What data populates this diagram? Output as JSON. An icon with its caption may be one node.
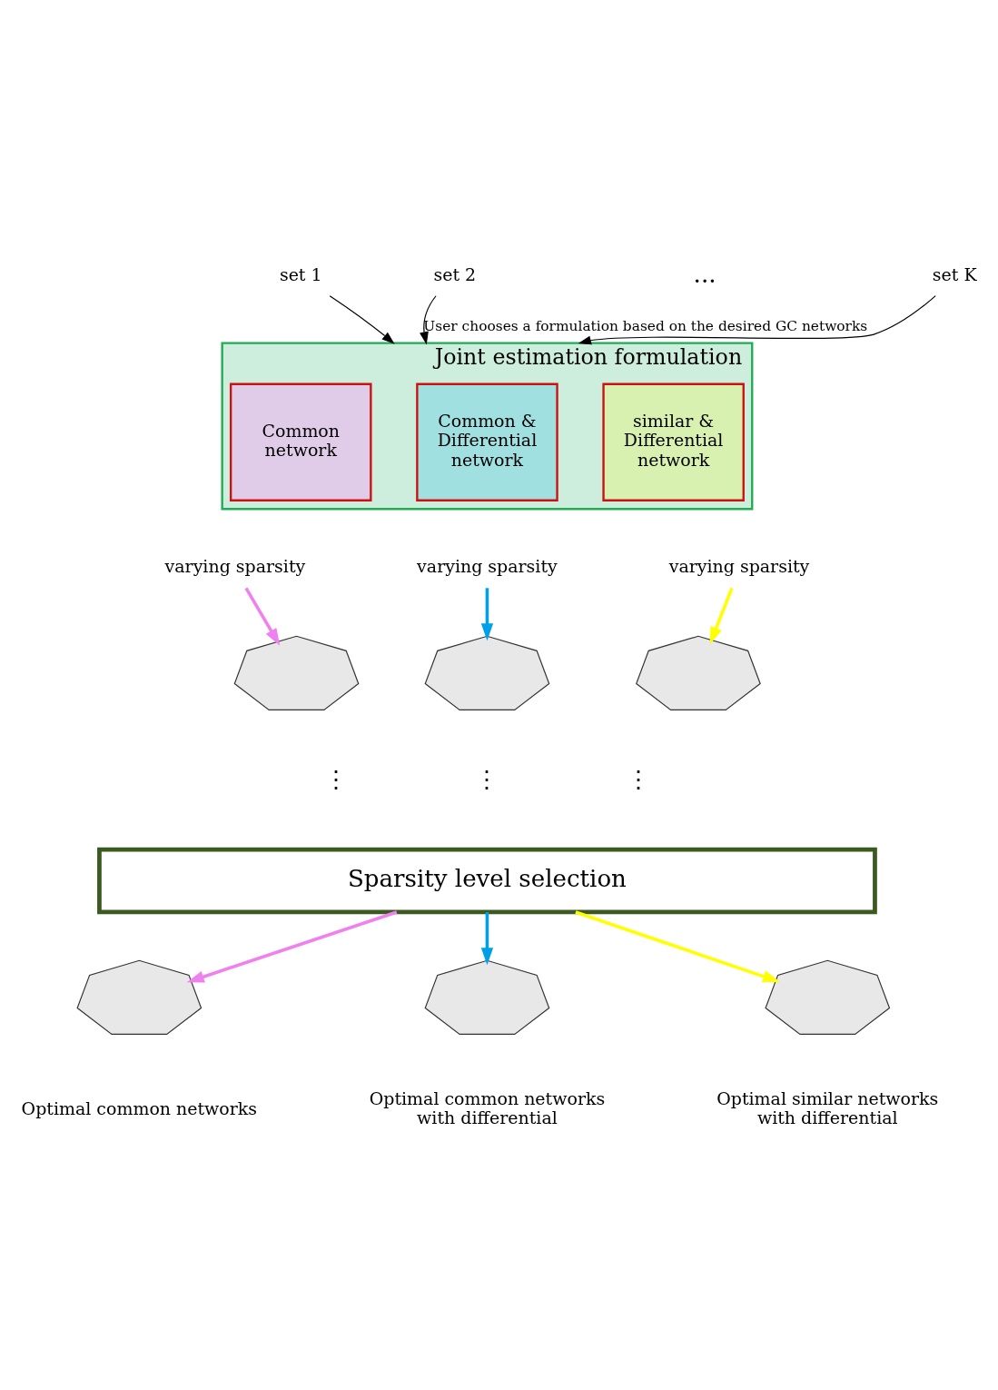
{
  "diagram": {
    "nodes": [
      {
        "text": [
          "set 1"
        ]
      },
      {
        "text": [
          "set 2"
        ]
      },
      {
        "text": [
          "set K"
        ]
      },
      {
        "text": [
          "Joint estimation formulation"
        ]
      },
      {
        "text": [
          "Common network"
        ],
        "in": 3
      },
      {
        "text": [
          "Common & Differential network"
        ],
        "in": 3
      },
      {
        "text": [
          "similar & Differential network"
        ],
        "in": 3
      },
      {
        "text": [
          "varying sparsity"
        ]
      },
      {
        "text": [
          "varying sparsity"
        ]
      },
      {
        "text": [
          "varying sparsity"
        ]
      },
      {
        "text": [],
        "shape": "network"
      },
      {
        "text": [],
        "shape": "network"
      },
      {
        "text": [],
        "shape": "network"
      },
      {
        "text": [
          "Sparsity level selection"
        ]
      },
      {
        "text": [],
        "shape": "network"
      },
      {
        "text": [],
        "shape": "network"
      },
      {
        "text": [],
        "shape": "network"
      },
      {
        "text": [
          "Optimal common networks"
        ]
      },
      {
        "text": [
          "Optimal common networks with differential"
        ]
      },
      {
        "text": [
          "Optimal similar networks with differential"
        ]
      }
    ],
    "edges": [
      {
        "from": 0,
        "to": 3,
        "arrow": "to"
      },
      {
        "from": 1,
        "to": 3,
        "arrow": "to",
        "label": "User chooses a formulation based on the desired GC networks"
      },
      {
        "from": 2,
        "to": 3,
        "arrow": "to"
      },
      {
        "from": 7,
        "to": 10,
        "arrow": "to",
        "color": "#f080f0"
      },
      {
        "from": 8,
        "to": 11,
        "arrow": "to",
        "color": "#00a0e8"
      },
      {
        "from": 9,
        "to": 12,
        "arrow": "to",
        "color": "#ffff00"
      },
      {
        "from": 13,
        "to": 14,
        "arrow": "to",
        "color": "#f080f0"
      },
      {
        "from": 13,
        "to": 15,
        "arrow": "to",
        "color": "#00a0e8"
      },
      {
        "from": 13,
        "to": 16,
        "arrow": "to",
        "color": "#ffff00"
      }
    ],
    "labels": [
      "...",
      "⋮",
      "⋮",
      "⋮"
    ]
  }
}
